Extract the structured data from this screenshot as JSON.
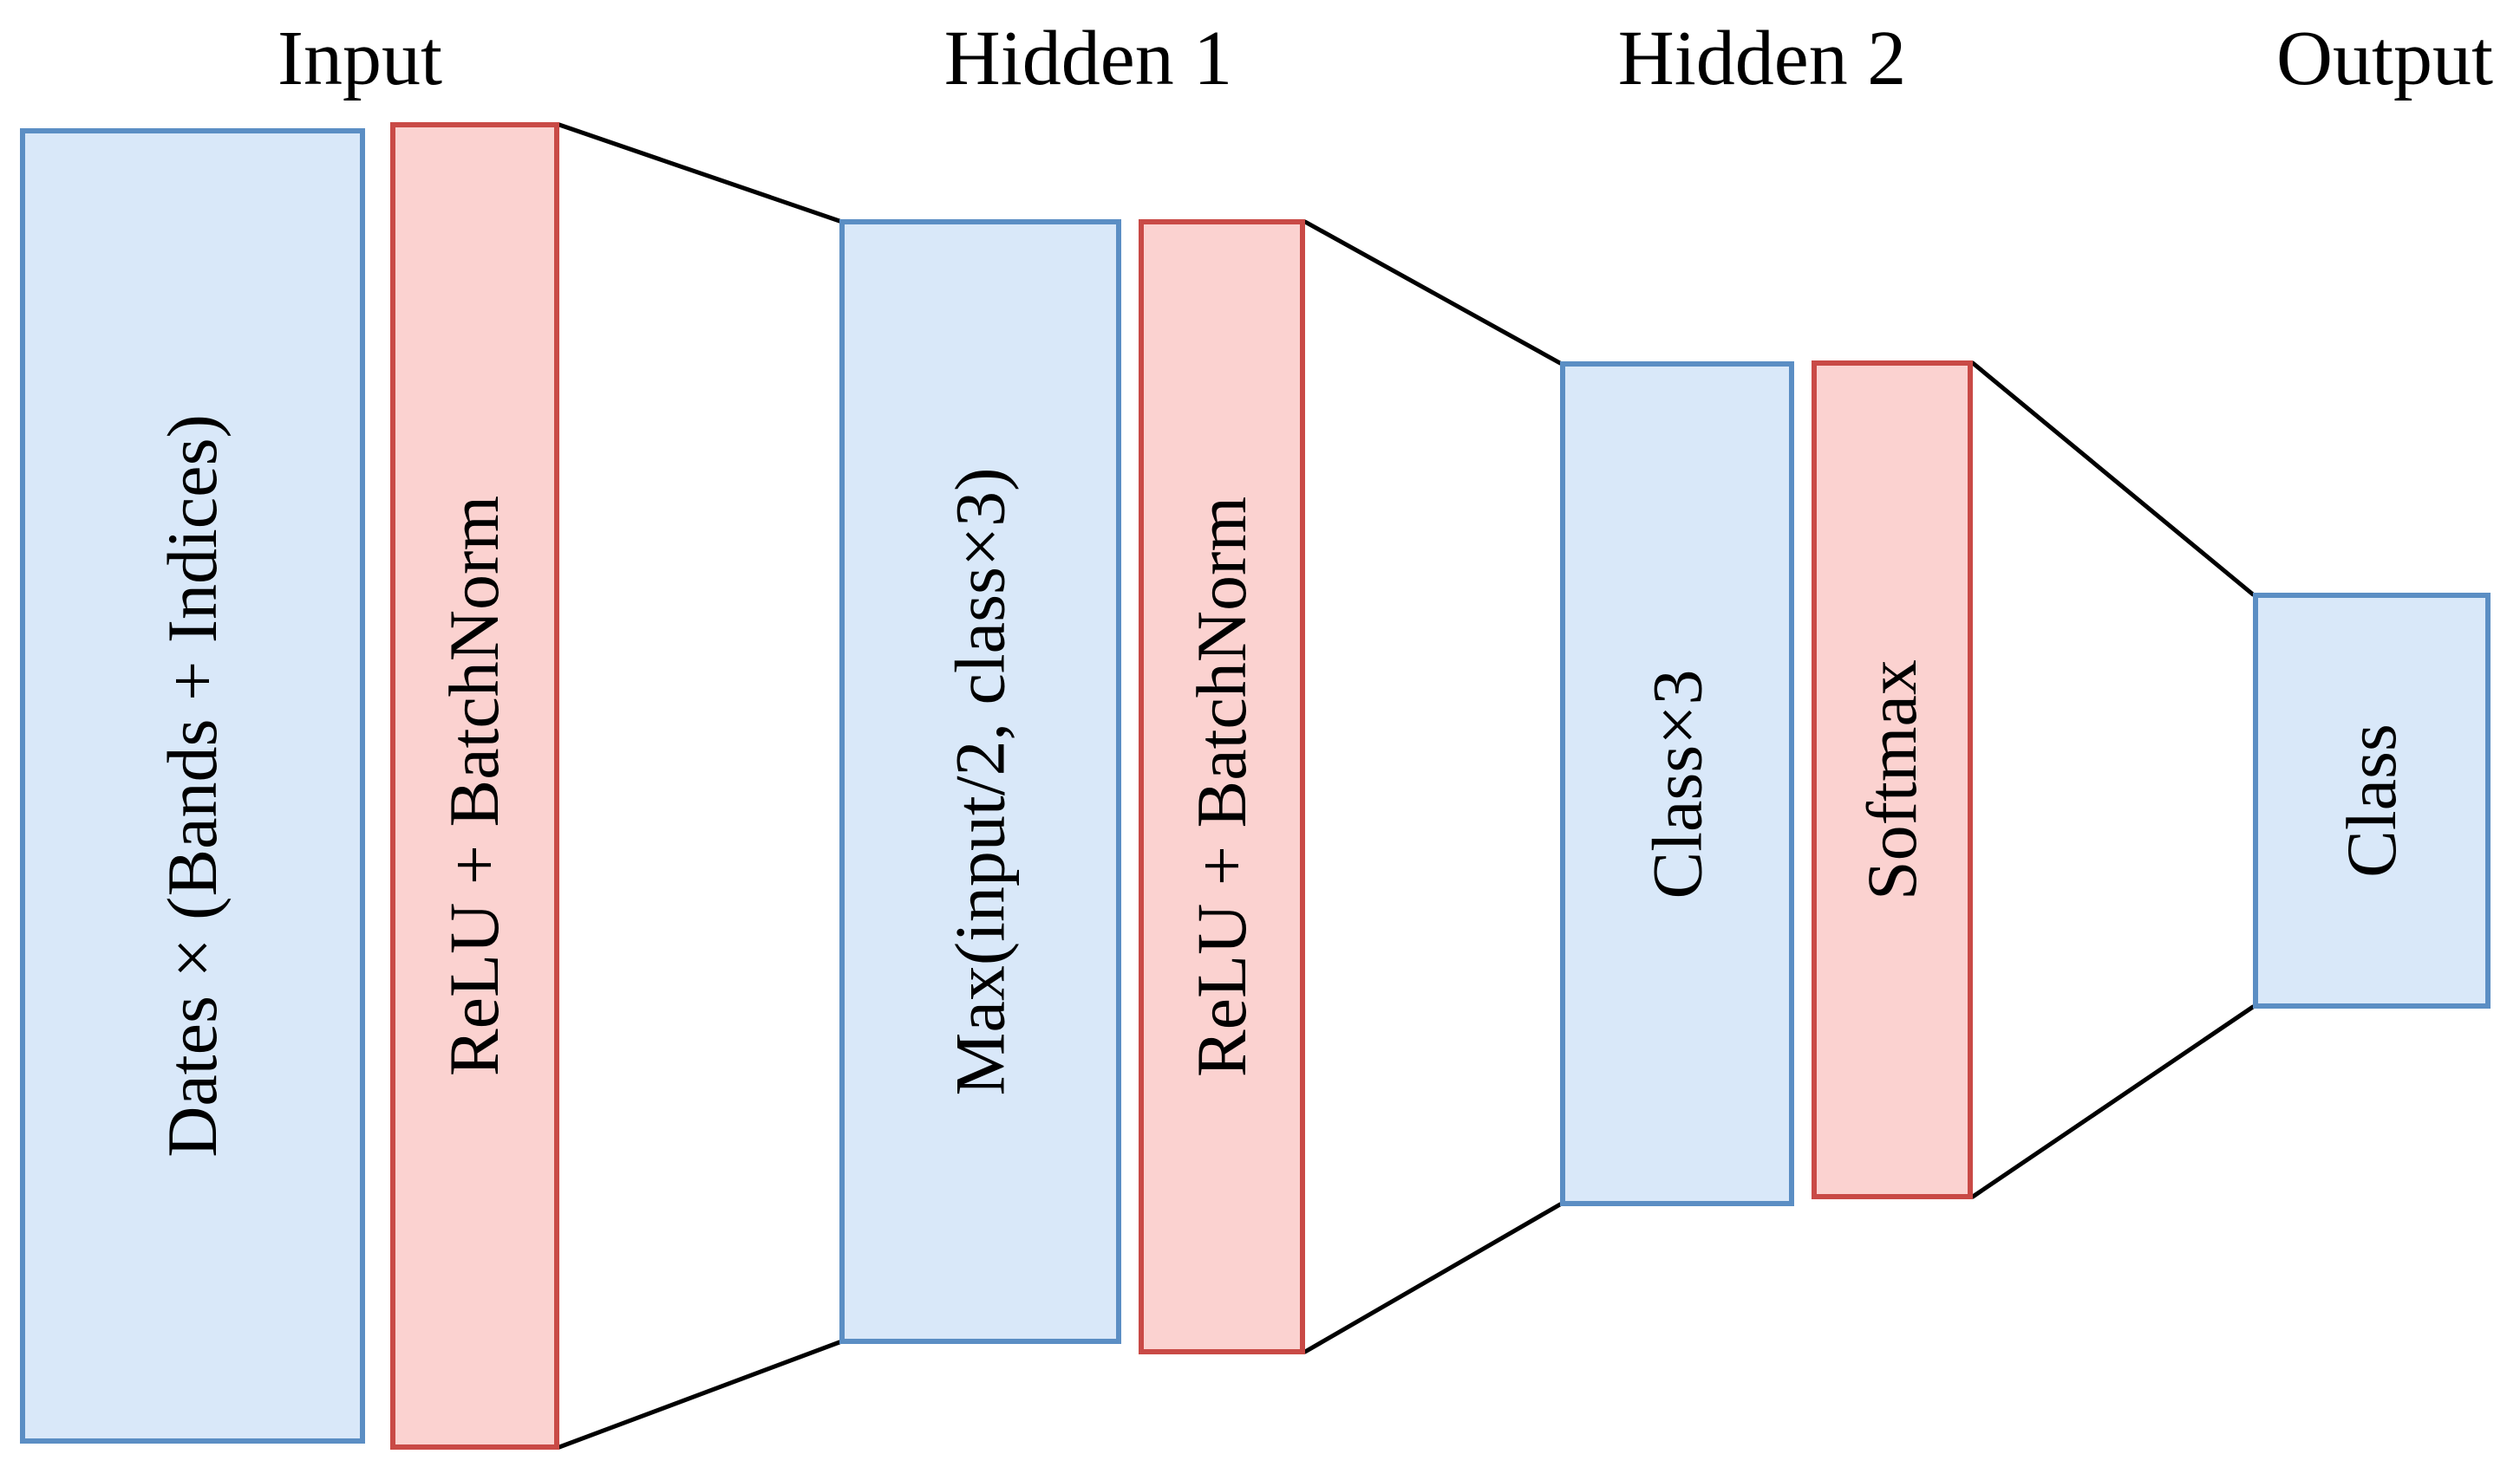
{
  "diagram": {
    "columns": [
      {
        "label": "Input",
        "layer": {
          "text": "Dates × (Bands + Indices)"
        },
        "activation": {
          "text": "ReLU + BatchNorm"
        }
      },
      {
        "label": "Hidden 1",
        "layer": {
          "text": "Max(input/2, class×3)"
        },
        "activation": {
          "text": "ReLU + BatchNorm"
        }
      },
      {
        "label": "Hidden 2",
        "layer": {
          "text": "Class×3"
        },
        "activation": {
          "text": "Softmax"
        }
      },
      {
        "label": "Output",
        "layer": {
          "text": "Class"
        }
      }
    ]
  },
  "theme": {
    "layer-fill": "#d9e8f9",
    "layer-border": "#5b8ec4",
    "activation-fill": "#fbd2d0",
    "activation-border": "#c94a46",
    "line-color": "#000000",
    "text-color": "#000000",
    "background": "#ffffff"
  }
}
